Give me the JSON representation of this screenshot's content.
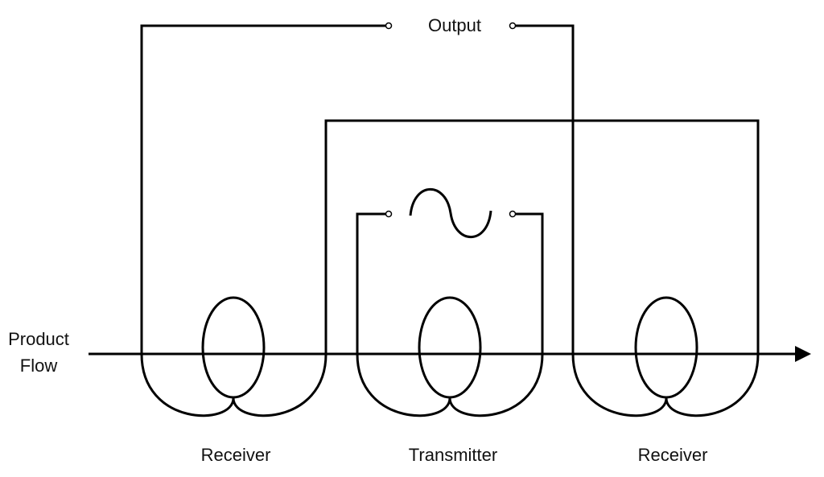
{
  "labels": {
    "output": "Output",
    "product_flow_line1": "Product",
    "product_flow_line2": "Flow",
    "receiver_left": "Receiver",
    "transmitter": "Transmitter",
    "receiver_right": "Receiver"
  },
  "colors": {
    "line": "#000000",
    "background": "#ffffff",
    "text": "#111111"
  },
  "icons": {
    "ac_source": "sine-wave-icon",
    "flow_direction": "arrow-right-icon"
  }
}
